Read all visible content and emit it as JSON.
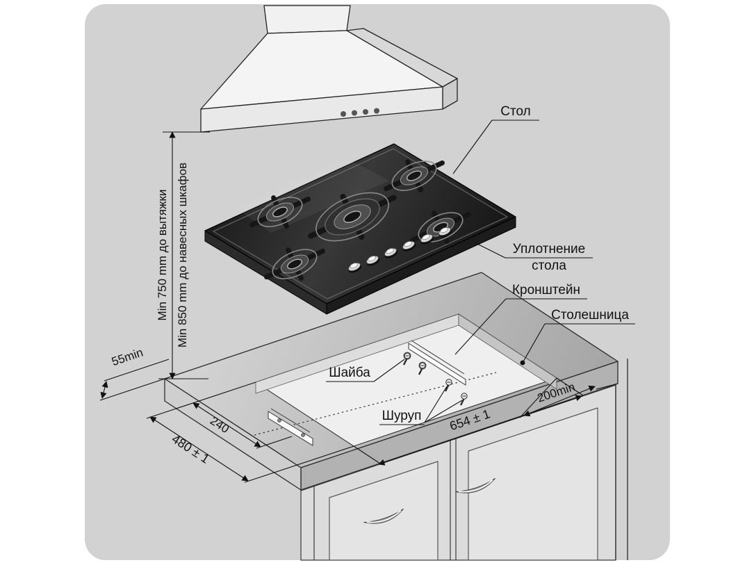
{
  "labels": {
    "table": "Стол",
    "seal_line1": "Уплотнение",
    "seal_line2": "стола",
    "bracket": "Кронштейн",
    "countertop": "Столешница",
    "washer": "Шайба",
    "screw": "Шуруп"
  },
  "dimensions": {
    "hood_min": "Min 750 mm до вытяжки",
    "cabinet_min": "Min 850 mm до навесных шкафов",
    "side_min": "55min",
    "cutout_depth": "480 ± 1",
    "bracket_offset": "240",
    "cutout_width": "654 ± 1",
    "rear_min": "200min"
  },
  "colors": {
    "panel_bg": "#d2d2d2",
    "line": "#1a1a1a",
    "hob_glass_dark": "#101010",
    "hob_glass_light": "#3c3c3c",
    "countertop": "#c2c2c2",
    "cutout_fill": "#efefef"
  }
}
